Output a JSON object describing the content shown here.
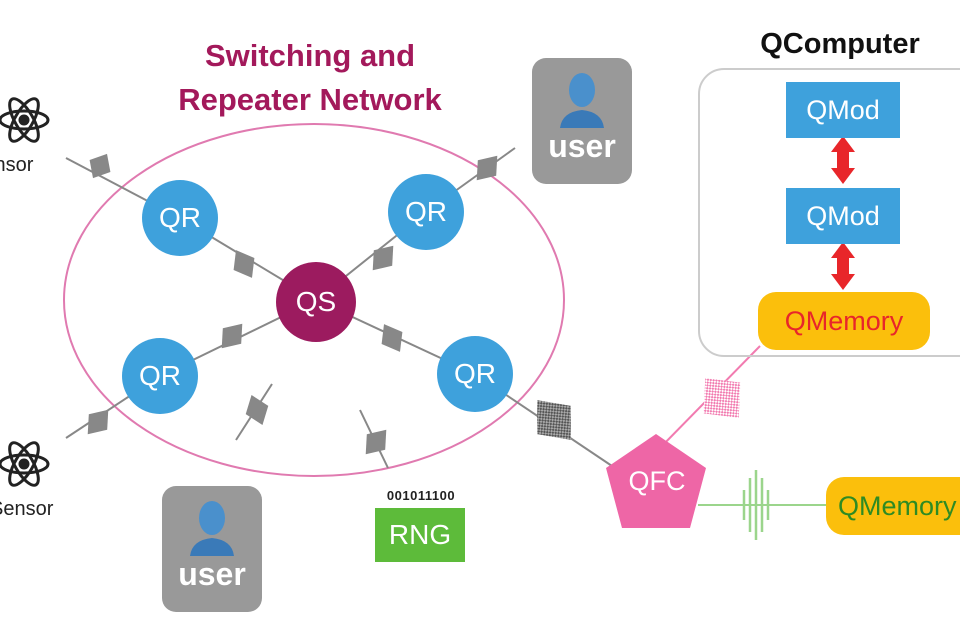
{
  "diagram": {
    "network_title_line1": "Switching and",
    "network_title_line2": "Repeater Network",
    "computer_title": "QComputer",
    "nodes": {
      "qr_top_left": "QR",
      "qr_top_right": "QR",
      "qr_bottom_left": "QR",
      "qr_bottom_right": "QR",
      "qs": "QS",
      "qfc": "QFC"
    },
    "computer": {
      "qmod_1": "QMod",
      "qmod_2": "QMod",
      "qmemory": "QMemory"
    },
    "external_memory": "QMemory",
    "users": {
      "top": "user",
      "bottom": "user"
    },
    "sensors": {
      "top": "Sensor",
      "bottom": "Sensor"
    },
    "rng": {
      "label": "RNG",
      "bits": "001011100"
    },
    "colors": {
      "repeater": "#3ea1dc",
      "switch": "#9c1b5f",
      "network_ellipse": "#e07ab0",
      "qfc": "#ee66a6",
      "memory": "#fbbf0c",
      "memory_text_internal": "#e8262a",
      "memory_text_external": "#2e8b23",
      "rng": "#5dbb3a",
      "arrow": "#e8262a",
      "photon_gray": "#888888",
      "photon_pink": "#f27bb0",
      "photon_green": "#9bd58c"
    }
  }
}
